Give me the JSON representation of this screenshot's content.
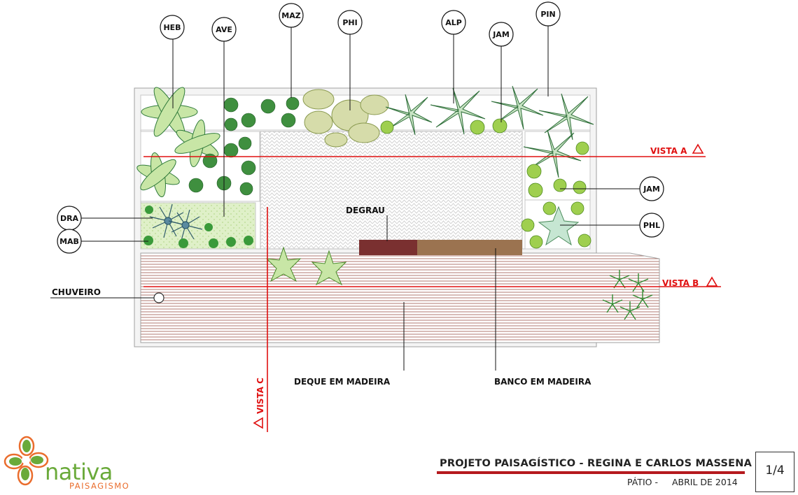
{
  "plant_tags": {
    "heb": "HEB",
    "ave": "AVE",
    "maz": "MAZ",
    "phi": "PHI",
    "alp": "ALP",
    "jam_top": "JAM",
    "pin": "PIN",
    "jam_right": "JAM",
    "phl": "PHL",
    "dra": "DRA",
    "mab": "MAB"
  },
  "labels": {
    "degrau": "DEGRAU",
    "chuveiro": "CHUVEIRO",
    "deque": "DEQUE EM MADEIRA",
    "banco": "BANCO EM MADEIRA"
  },
  "views": {
    "a": "VISTA A",
    "b": "VISTA B",
    "c": "VISTA C"
  },
  "title_block": {
    "project": "PROJETO PAISAGÍSTICO - REGINA E CARLOS MASSENA",
    "area": "PÁTIO -",
    "date": "ABRIL DE 2014",
    "sheet": "1/4"
  },
  "logo": {
    "name": "nativa",
    "subtitle": "PAISAGISMO"
  },
  "colors": {
    "section_line": "#e01010",
    "title_rule": "#b5191e",
    "deck_lines": "#b07a70",
    "step": "#7a3030",
    "bench": "#9b7350",
    "plant_light": "#c8e6a6",
    "plant_dark": "#2f7a3a",
    "logo_green": "#6aaa3a",
    "logo_orange": "#ea6d2d"
  }
}
